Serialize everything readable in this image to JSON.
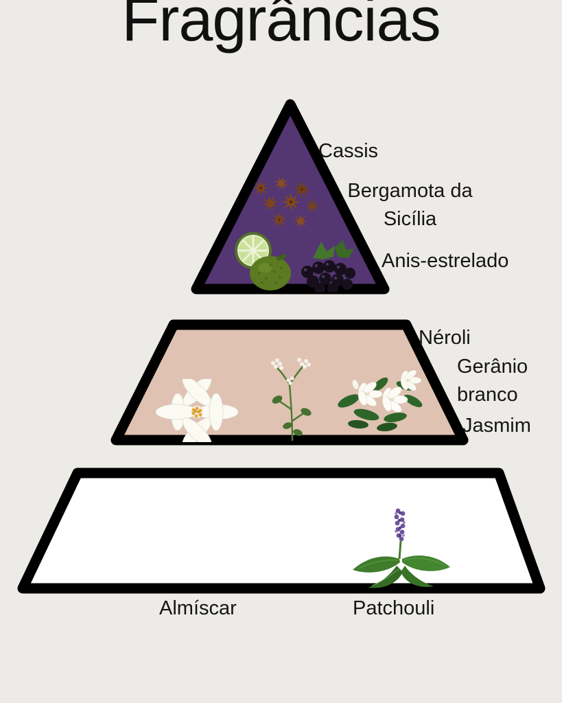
{
  "title": "Fragrâncias",
  "background_color": "#edebe7",
  "outline_color": "#000000",
  "tiers": {
    "top": {
      "color": "#543672",
      "labels": {
        "cassis": "Cassis",
        "bergamota_l1": "Bergamota da",
        "bergamota_l2": "Sicília",
        "anis": "Anis-estrelado"
      }
    },
    "middle": {
      "color": "#e0c2b2",
      "labels": {
        "neroli": "Néroli",
        "geranio_l1": "Gerânio",
        "geranio_l2": "branco",
        "jasmim": "Jasmim"
      }
    },
    "bottom": {
      "color": "#ffffff",
      "labels": {
        "almiscar": "Almíscar",
        "patchouli": "Patchouli"
      }
    }
  },
  "icons": {
    "star_anise": "star-anise-icon",
    "lime": "lime-icon",
    "bergamot": "bergamot-icon",
    "blackcurrant": "blackcurrant-icon",
    "neroli": "neroli-flower-icon",
    "geranium": "white-geranium-icon",
    "jasmine": "jasmine-flower-icon",
    "patchouli": "patchouli-plant-icon"
  }
}
